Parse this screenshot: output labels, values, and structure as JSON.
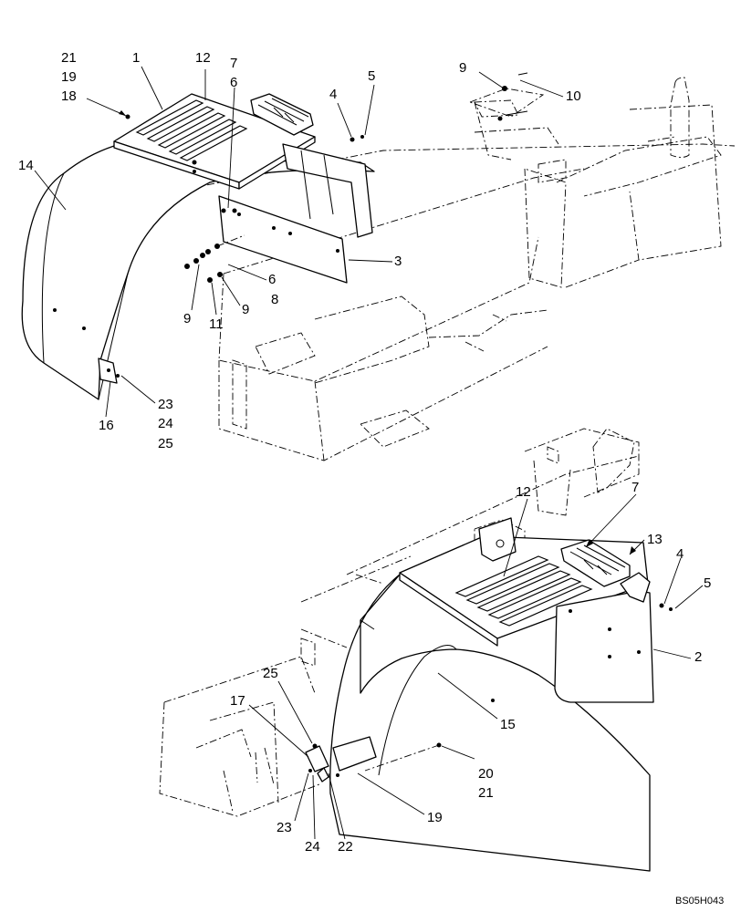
{
  "callouts": {
    "c21a": "21",
    "c19a": "19",
    "c18a": "18",
    "c1": "1",
    "c12a": "12",
    "c7a": "7",
    "c6a": "6",
    "c4a": "4",
    "c5a": "5",
    "c14": "14",
    "c9a": "9",
    "c10": "10",
    "c3": "3",
    "c6b": "6",
    "c8": "8",
    "c9b": "9",
    "c11": "11",
    "c9c": "9",
    "c23a": "23",
    "c24a": "24",
    "c25a": "25",
    "c16": "16",
    "c12b": "12",
    "c7b": "7",
    "c13": "13",
    "c4b": "4",
    "c5b": "5",
    "c2": "2",
    "c25b": "25",
    "c17": "17",
    "c15": "15",
    "c20": "20",
    "c21b": "21",
    "c19b": "19",
    "c23b": "23",
    "c24b": "24",
    "c22": "22"
  },
  "drawing_ref": "BS05H043"
}
